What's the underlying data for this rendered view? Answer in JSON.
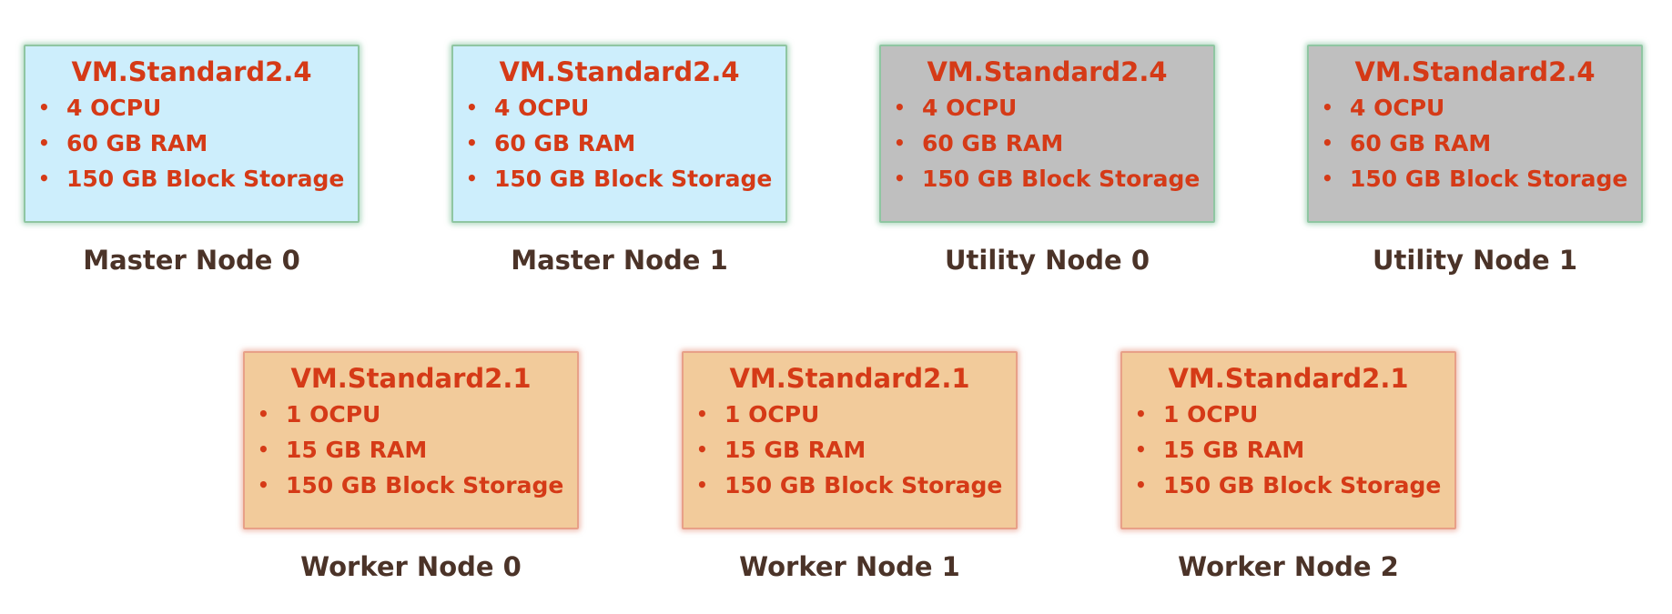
{
  "nodes": [
    {
      "label": "Master Node 0",
      "shape": "VM.Standard2.4",
      "specs": [
        "4 OCPU",
        "60 GB RAM",
        "150 GB Block Storage"
      ],
      "fill": "#cdeefc"
    },
    {
      "label": "Master Node 1",
      "shape": "VM.Standard2.4",
      "specs": [
        "4 OCPU",
        "60 GB RAM",
        "150 GB Block Storage"
      ],
      "fill": "#cdeefc"
    },
    {
      "label": "Utility Node 0",
      "shape": "VM.Standard2.4",
      "specs": [
        "4 OCPU",
        "60 GB RAM",
        "150 GB Block Storage"
      ],
      "fill": "#bfbfbf"
    },
    {
      "label": "Utility Node 1",
      "shape": "VM.Standard2.4",
      "specs": [
        "4 OCPU",
        "60 GB RAM",
        "150 GB Block Storage"
      ],
      "fill": "#bfbfbf"
    },
    {
      "label": "Worker Node 0",
      "shape": "VM.Standard2.1",
      "specs": [
        "1 OCPU",
        "15 GB RAM",
        "150 GB Block Storage"
      ],
      "fill": "#f2cb9b"
    },
    {
      "label": "Worker Node 1",
      "shape": "VM.Standard2.1",
      "specs": [
        "1 OCPU",
        "15 GB RAM",
        "150 GB Block Storage"
      ],
      "fill": "#f2cb9b"
    },
    {
      "label": "Worker Node 2",
      "shape": "VM.Standard2.1",
      "specs": [
        "1 OCPU",
        "15 GB RAM",
        "150 GB Block Storage"
      ],
      "fill": "#f2cb9b"
    }
  ],
  "colors": {
    "text_accent": "#d53a17",
    "label_text": "#4b3328",
    "border_green": "#8fc6a2",
    "border_red": "#e8a088"
  },
  "icons": {
    "bullet": "bullet-dot-icon"
  }
}
